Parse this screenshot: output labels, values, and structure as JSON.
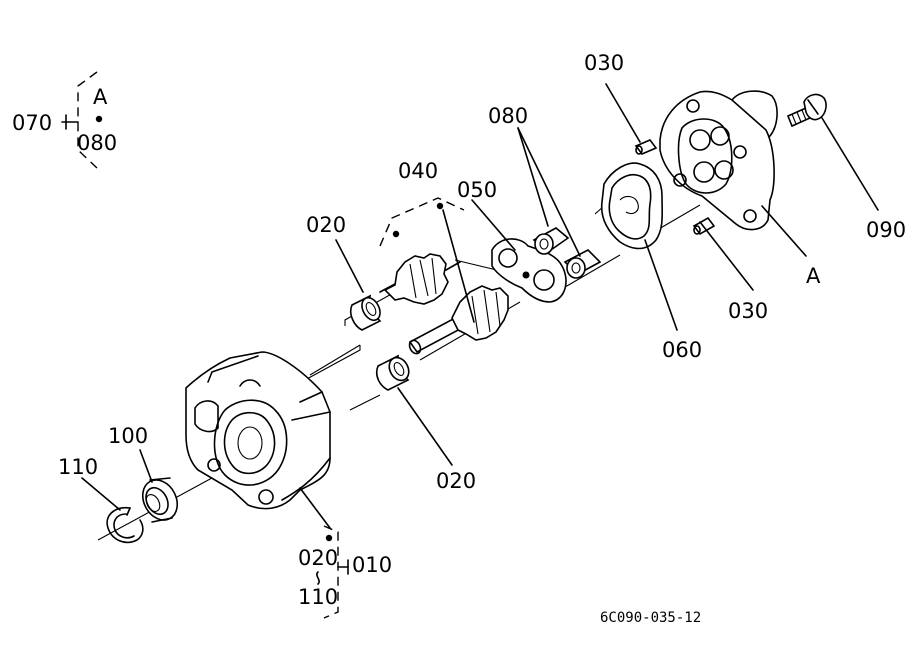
{
  "labels": {
    "l070": "070",
    "l080_group": "080",
    "la_group": "A",
    "l080": "080",
    "l030_top": "030",
    "l040": "040",
    "l050": "050",
    "l020_left": "020",
    "l090": "090",
    "la_pointer": "A",
    "l030_right": "030",
    "l060": "060",
    "l020_bottom": "020",
    "l100": "100",
    "l110": "110",
    "l020_group": "020",
    "l010": "010",
    "l110_group": "110"
  },
  "reference_code": "6C090-035-12"
}
